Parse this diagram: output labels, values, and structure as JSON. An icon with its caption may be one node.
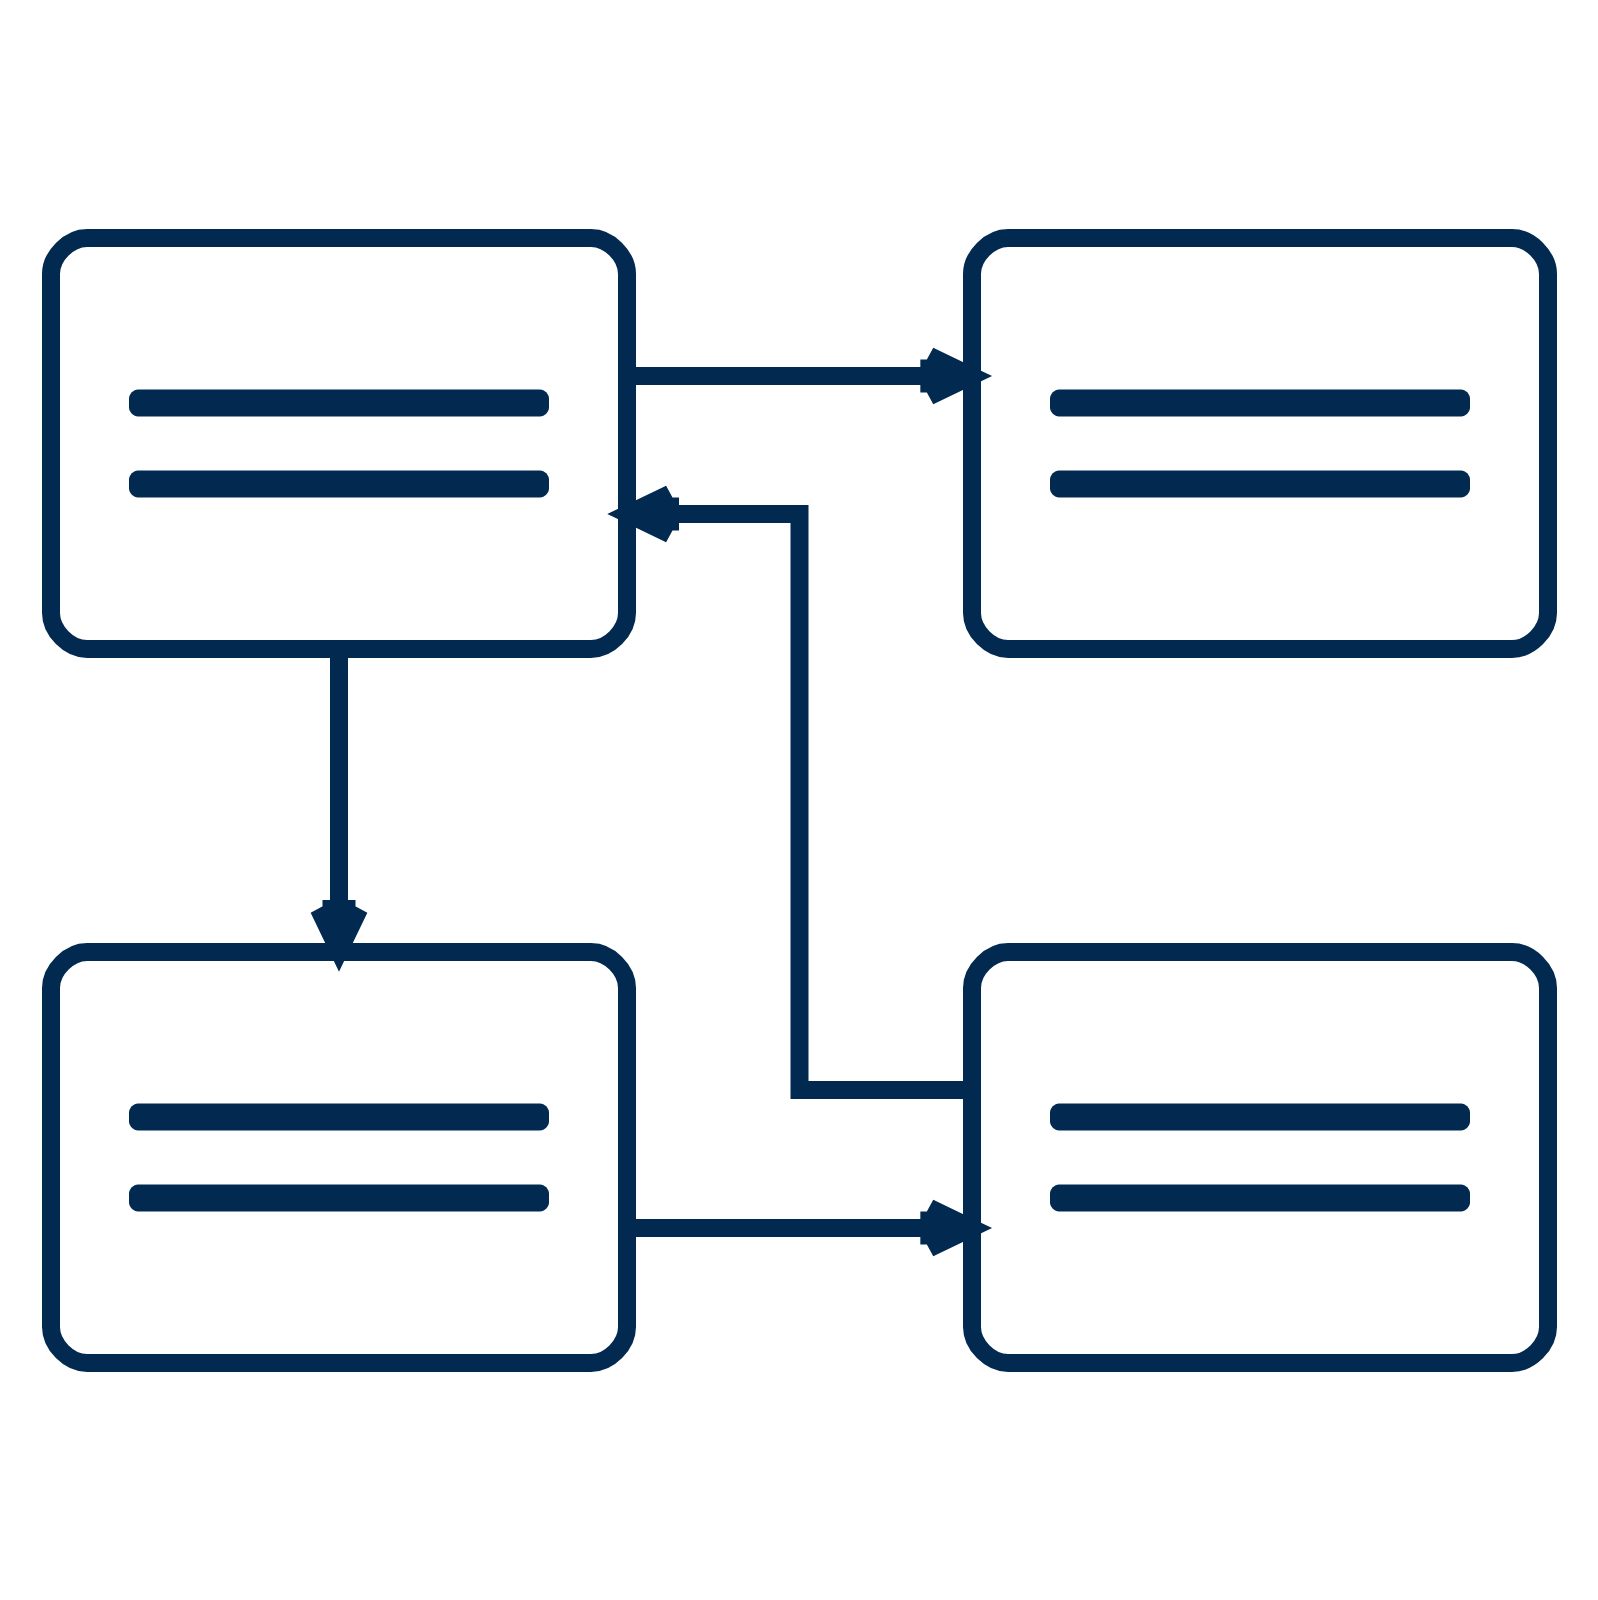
{
  "diagram": {
    "nodes": [
      {
        "text": [],
        "shape": "box"
      },
      {
        "text": [],
        "shape": "box"
      },
      {
        "text": [],
        "shape": "box"
      },
      {
        "text": [],
        "shape": "box"
      }
    ],
    "edges": [
      {
        "from": 0,
        "to": 1,
        "arrow": "to"
      },
      {
        "from": 0,
        "to": 2,
        "arrow": "to"
      },
      {
        "from": 2,
        "to": 3,
        "arrow": "to"
      },
      {
        "from": 3,
        "to": 0,
        "arrow": "to"
      }
    ]
  }
}
